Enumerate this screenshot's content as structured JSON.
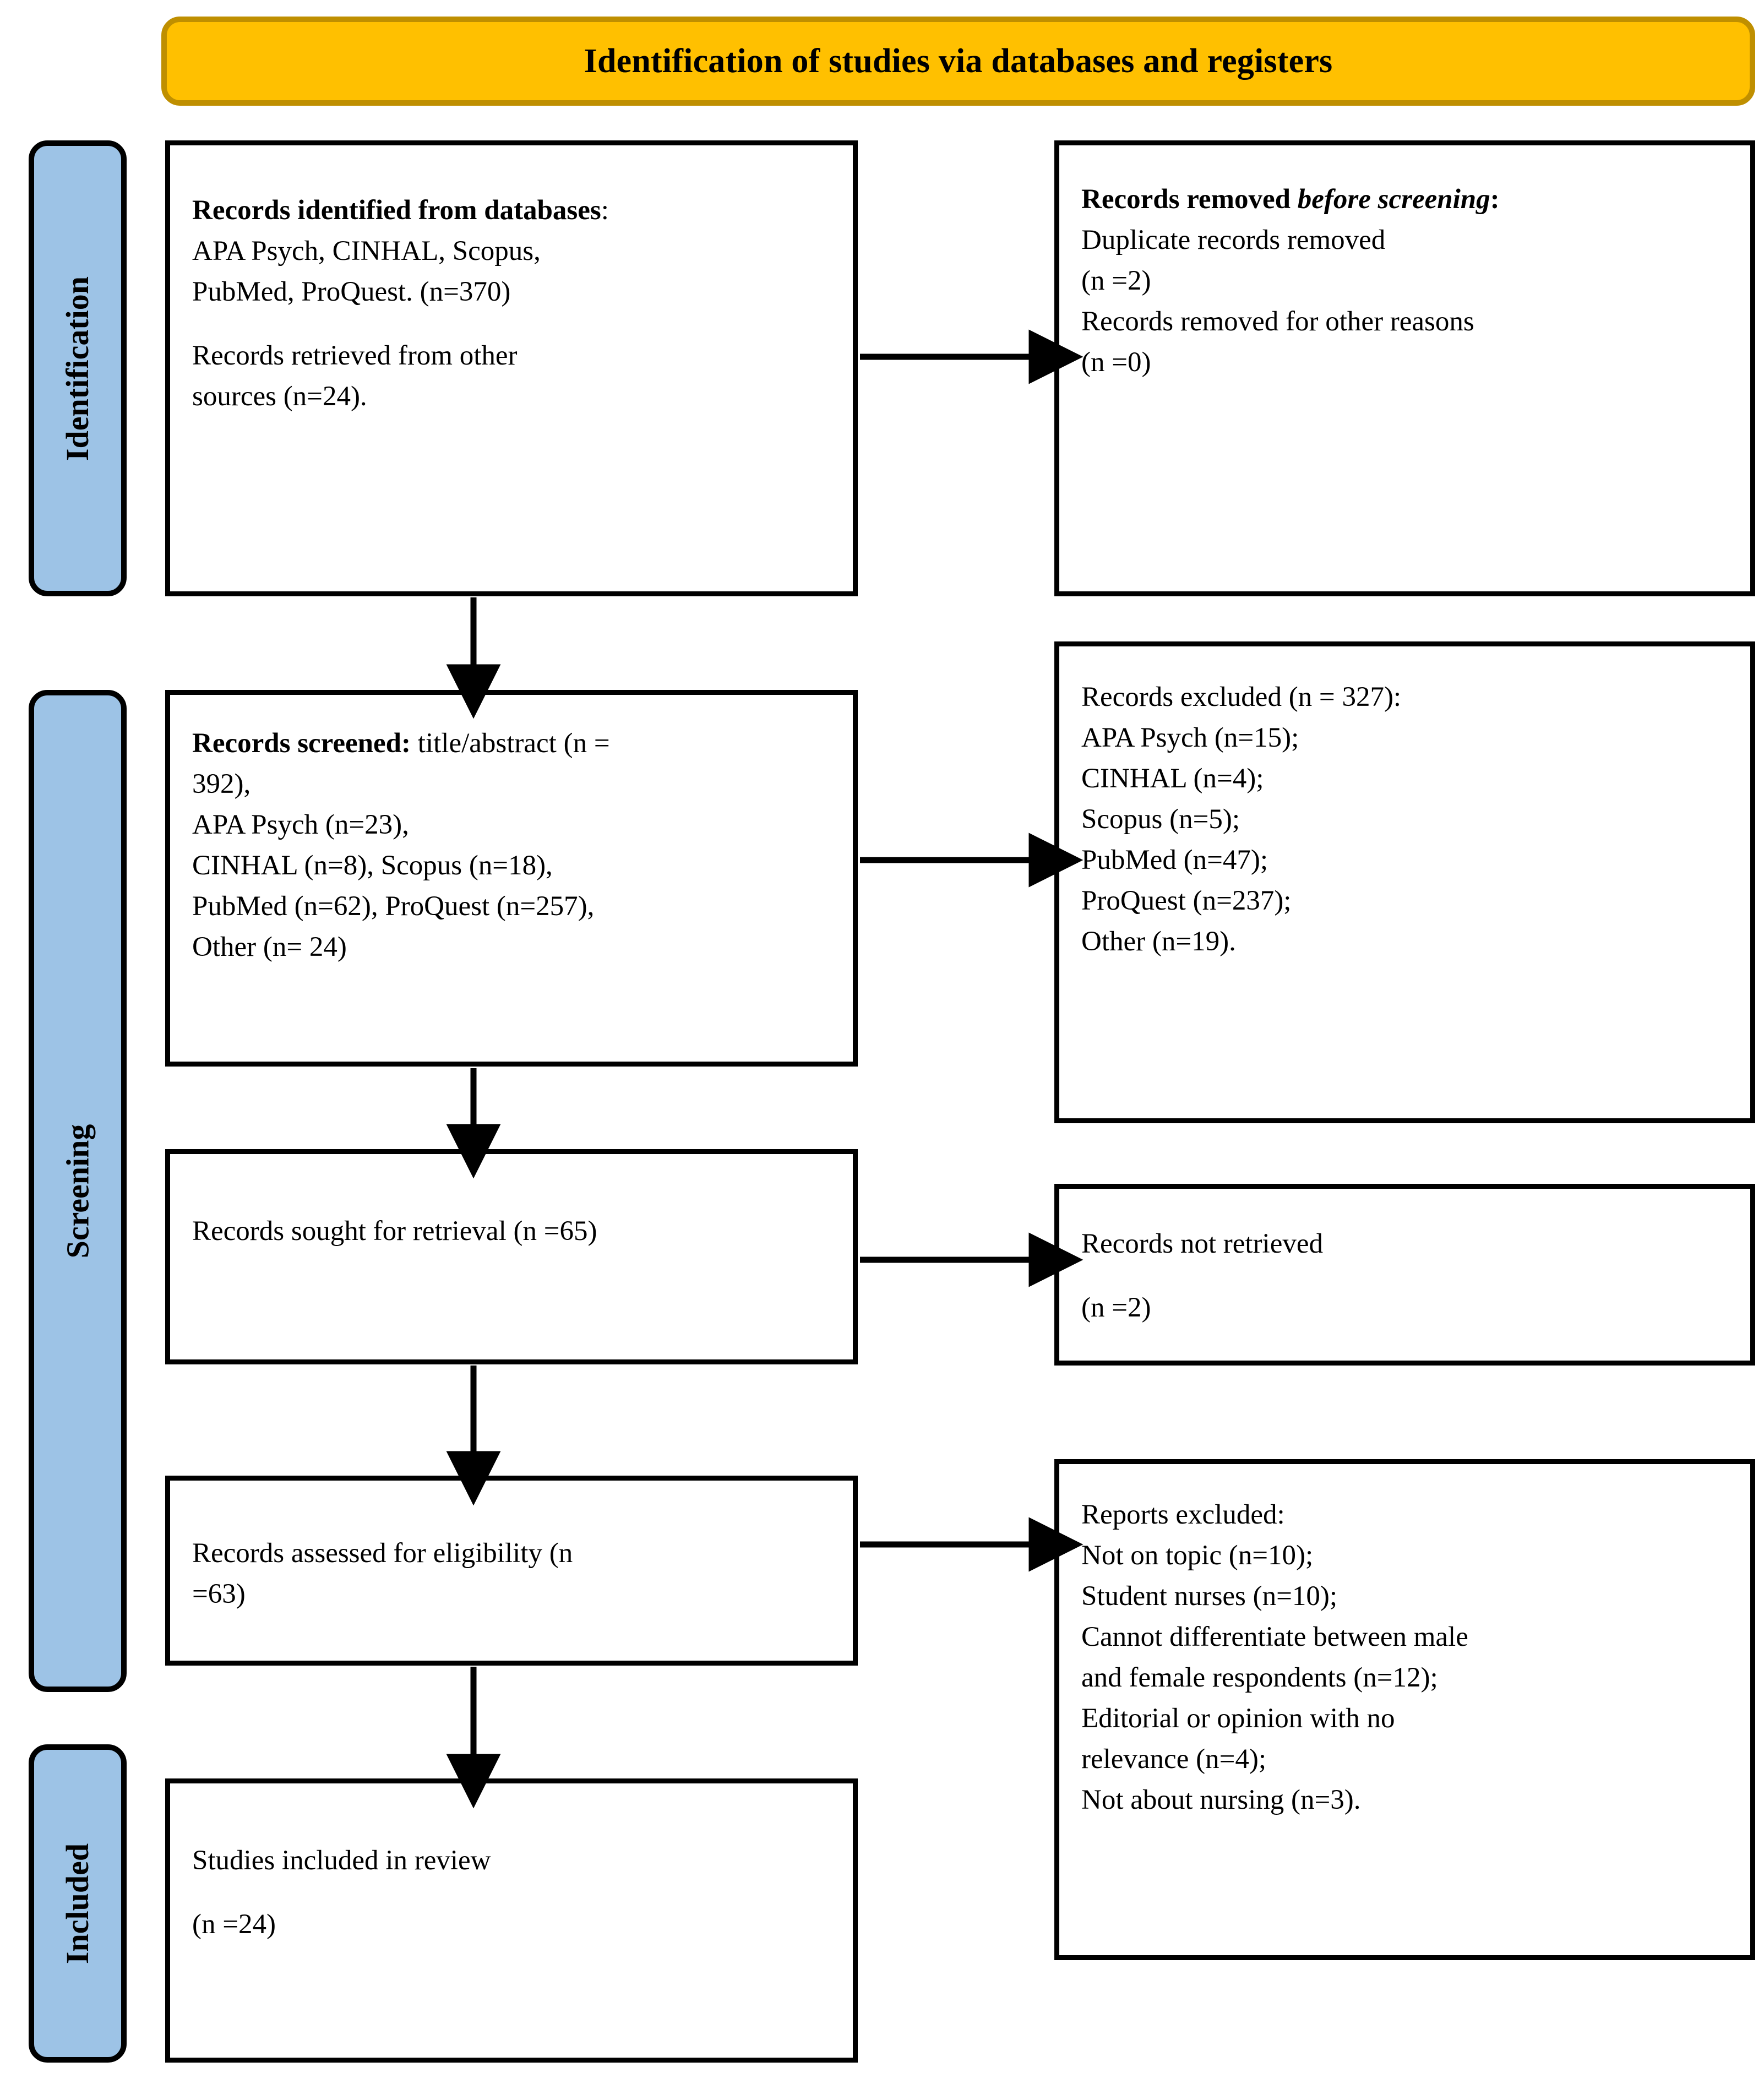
{
  "diagram": {
    "title": "Identification of studies via databases and registers",
    "stages": [
      {
        "id": "identification",
        "label": "Identification"
      },
      {
        "id": "screening",
        "label": "Screening"
      },
      {
        "id": "included",
        "label": "Included"
      }
    ],
    "colors": {
      "banner_fill": "#FFC000",
      "banner_border": "#BF8F00",
      "stage_fill": "#9DC3E6",
      "box_border": "#000000",
      "box_fill": "#FFFFFF",
      "text": "#000000"
    },
    "boxes": {
      "identified": {
        "heading": "Records identified from databases",
        "heading_suffix": ":",
        "lines": [
          "APA Psych, CINHAL, Scopus,",
          "PubMed, ProQuest. (n=370)"
        ],
        "lines2": [
          "Records retrieved from other",
          "sources (n=24)."
        ]
      },
      "removed": {
        "heading": "Records removed ",
        "heading_italic": "before screening",
        "heading_suffix": ":",
        "lines": [
          "Duplicate records removed",
          "(n =2)",
          "Records removed for other reasons",
          "(n =0)"
        ]
      },
      "screened": {
        "heading": "Records screened:",
        "heading_rest": " title/abstract (n =",
        "lines": [
          "392),",
          "APA Psych (n=23),",
          "CINHAL (n=8), Scopus (n=18),",
          "PubMed (n=62), ProQuest (n=257),",
          "Other (n= 24)"
        ]
      },
      "excluded": {
        "lines": [
          "Records excluded (n = 327):",
          "APA Psych (n=15);",
          "CINHAL (n=4);",
          "Scopus (n=5);",
          "PubMed (n=47);",
          "ProQuest (n=237);",
          "Other (n=19)."
        ]
      },
      "sought": {
        "lines": [
          "Records sought for retrieval (n =65)"
        ]
      },
      "not_retrieved": {
        "lines": [
          "Records not retrieved",
          "(n =2)"
        ]
      },
      "assessed": {
        "lines": [
          "Records assessed for eligibility (n",
          "=63)"
        ]
      },
      "reports_excluded": {
        "lines": [
          "Reports excluded:",
          "Not on topic (n=10);",
          "Student nurses (n=10);",
          "Cannot differentiate between male",
          "and female respondents (n=12);",
          "Editorial or opinion with no",
          "relevance (n=4);",
          "Not about nursing (n=3)."
        ]
      },
      "included": {
        "lines": [
          "Studies included in review",
          "(n =24)"
        ]
      }
    }
  },
  "chart_data": {
    "type": "diagram",
    "title": "Identification of studies via databases and registers",
    "flow": [
      {
        "stage": "Identification",
        "node": "Records identified from databases",
        "n": 370,
        "sources": [
          "APA Psych",
          "CINHAL",
          "Scopus",
          "PubMed",
          "ProQuest"
        ]
      },
      {
        "stage": "Identification",
        "node": "Records retrieved from other sources",
        "n": 24
      },
      {
        "stage": "Identification",
        "node": "Duplicate records removed",
        "n": 2
      },
      {
        "stage": "Identification",
        "node": "Records removed for other reasons",
        "n": 0
      },
      {
        "stage": "Screening",
        "node": "Records screened: title/abstract",
        "n": 392,
        "breakdown": {
          "APA Psych": 23,
          "CINHAL": 8,
          "Scopus": 18,
          "PubMed": 62,
          "ProQuest": 257,
          "Other": 24
        }
      },
      {
        "stage": "Screening",
        "node": "Records excluded",
        "n": 327,
        "breakdown": {
          "APA Psych": 15,
          "CINHAL": 4,
          "Scopus": 5,
          "PubMed": 47,
          "ProQuest": 237,
          "Other": 19
        }
      },
      {
        "stage": "Screening",
        "node": "Records sought for retrieval",
        "n": 65
      },
      {
        "stage": "Screening",
        "node": "Records not retrieved",
        "n": 2
      },
      {
        "stage": "Screening",
        "node": "Records assessed for eligibility",
        "n": 63
      },
      {
        "stage": "Screening",
        "node": "Reports excluded",
        "breakdown": {
          "Not on topic": 10,
          "Student nurses": 10,
          "Cannot differentiate between male and female respondents": 12,
          "Editorial or opinion with no relevance": 4,
          "Not about nursing": 3
        }
      },
      {
        "stage": "Included",
        "node": "Studies included in review",
        "n": 24
      }
    ]
  }
}
